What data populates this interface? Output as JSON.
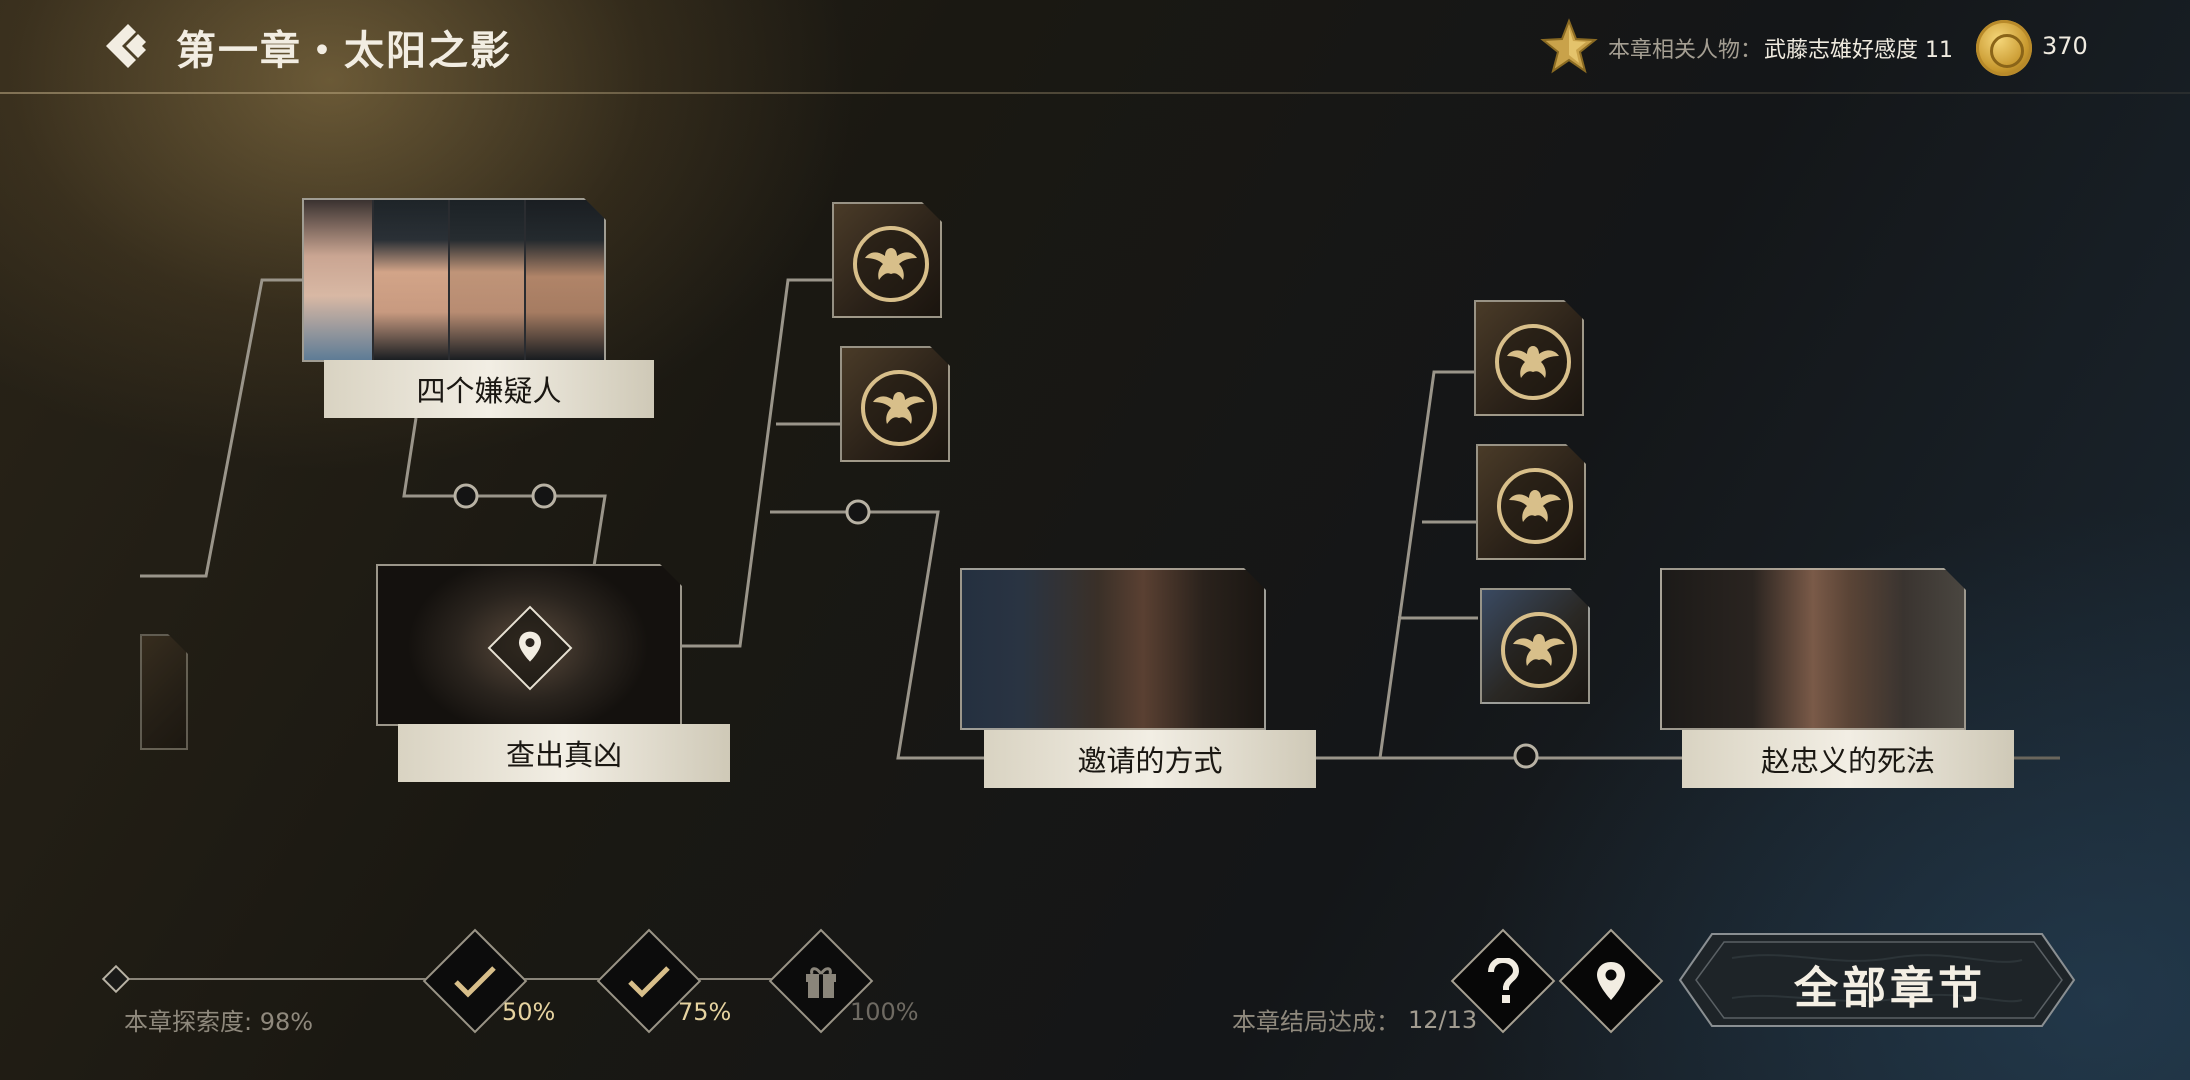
{
  "header": {
    "title": "第一章・太阳之影",
    "related_label": "本章相关人物：",
    "related_value": "武藤志雄好感度 11",
    "coins": "370"
  },
  "nodes": {
    "four_suspects": "四个嫌疑人",
    "find_killer": "查出真凶",
    "invitation": "邀请的方式",
    "zhao_death": "赵忠义的死法"
  },
  "bottom": {
    "explore": "本章探索度: 98%",
    "milestone_50": "50%",
    "milestone_75": "75%",
    "milestone_100": "100%",
    "ending_label": "本章结局达成：",
    "ending_value": "12/13",
    "all_chapters": "全部章节"
  },
  "colors": {
    "gold": "#d8bf8a",
    "label_bg": "#f2eee4",
    "line": "#9a958a"
  },
  "icons": [
    "back-arrow-icon",
    "star-icon",
    "coin-icon",
    "location-pin-icon",
    "check-icon",
    "gift-icon",
    "question-icon",
    "spider-emblem-icon"
  ]
}
